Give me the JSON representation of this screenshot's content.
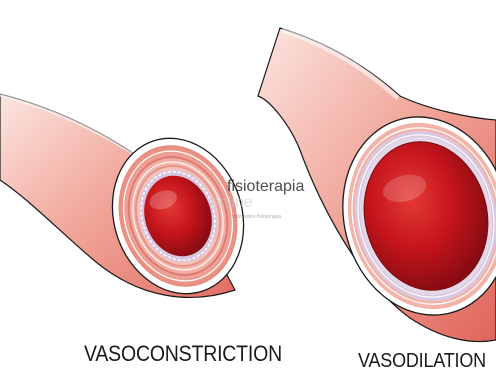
{
  "labels": {
    "vasoconstriction": "VASOCONSTRICTION",
    "vasodilation": "VASODILATION"
  },
  "watermark": {
    "brand": "fisioterapia",
    "sub": "online",
    "tagline": "todo sobre fisioterapia"
  },
  "colors": {
    "wall_outer": "#f4c9c0",
    "wall_mid": "#ec8a7e",
    "lumen": "#c3141b",
    "lumen_dark": "#6e0a0e",
    "layer_lilac": "#c9b8cf",
    "outline": "#1a1a1a"
  }
}
